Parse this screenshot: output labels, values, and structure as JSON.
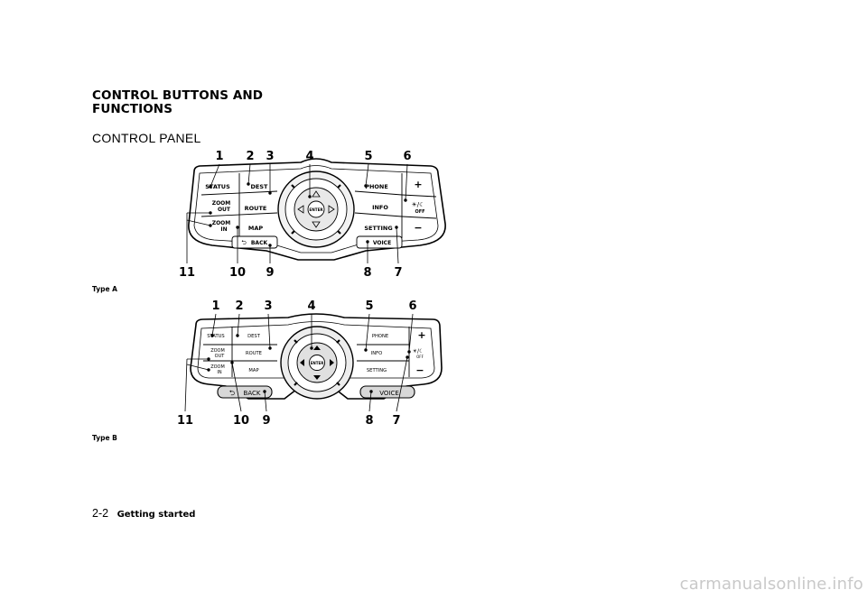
{
  "section": {
    "heading_line1": "CONTROL BUTTONS AND",
    "heading_line2": "FUNCTIONS",
    "subheading": "CONTROL PANEL"
  },
  "panel_a": {
    "caption": "Type A",
    "buttons": {
      "status": "STATUS",
      "zoom_out_1": "ZOOM",
      "zoom_out_2": "OUT",
      "zoom_in_1": "ZOOM",
      "zoom_in_2": "IN",
      "dest": "DEST",
      "route": "ROUTE",
      "map": "MAP",
      "back": "BACK",
      "enter": "ENTER",
      "phone": "PHONE",
      "info": "INFO",
      "setting": "SETTING",
      "voice": "VOICE",
      "plus": "+",
      "off": "OFF",
      "minus": "−"
    }
  },
  "panel_b": {
    "caption": "Type B",
    "buttons": {
      "status": "STATUS",
      "zoom_out_1": "ZOOM",
      "zoom_out_2": "OUT",
      "zoom_in_1": "ZOOM",
      "zoom_in_2": "IN",
      "dest": "DEST",
      "route": "ROUTE",
      "map": "MAP",
      "back": "BACK",
      "enter": "ENTER",
      "phone": "PHONE",
      "info": "INFO",
      "setting": "SETTING",
      "voice": "VOICE",
      "plus": "+",
      "off": "OFF",
      "minus": "−"
    }
  },
  "callouts": {
    "n1": "1",
    "n2": "2",
    "n3": "3",
    "n4": "4",
    "n5": "5",
    "n6": "6",
    "n7": "7",
    "n8": "8",
    "n9": "9",
    "n10": "10",
    "n11": "11"
  },
  "footer": {
    "page_number": "2-2",
    "section_title": "Getting started"
  },
  "watermark": "carmanualsonline.info"
}
